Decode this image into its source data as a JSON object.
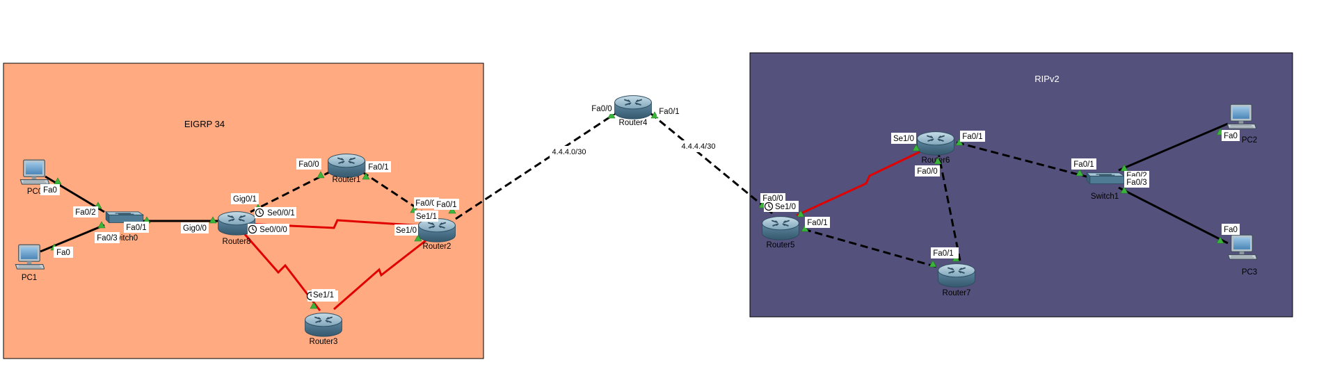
{
  "areas": {
    "eigrp": {
      "label": "EIGRP 34",
      "fill": "#ffaa80"
    },
    "rip": {
      "label": "RIPv2",
      "fill": "#54527c"
    }
  },
  "devices": {
    "pc0": "PC0",
    "pc1": "PC1",
    "pc2": "PC2",
    "pc3": "PC3",
    "switch0": "Switch0",
    "switch1": "Switch1",
    "router1": "Router1",
    "router2": "Router2",
    "router3": "Router3",
    "router4": "Router4",
    "router5": "Router5",
    "router6": "Router6",
    "router7": "Router7",
    "router8": "Router8"
  },
  "networks": {
    "left_wan": "4.4.4.0/30",
    "right_wan": "4.4.4.4/30"
  },
  "ports": {
    "pc0_fa0": "Fa0",
    "pc1_fa0": "Fa0",
    "sw0_fa02": "Fa0/2",
    "sw0_fa03": "Fa0/3",
    "sw0_fa01": "Fa0/1",
    "r8_gig00": "Gig0/0",
    "r8_gig01": "Gig0/1",
    "r8_se001": "Se0/0/1",
    "r8_se000": "Se0/0/0",
    "r1_fa00": "Fa0/0",
    "r1_fa01": "Fa0/1",
    "r2_fa00": "Fa0/0",
    "r2_fa01": "Fa0/1",
    "r2_se11": "Se1/1",
    "r2_se10": "Se1/0",
    "r3_se11": "Se1/1",
    "r4_fa00": "Fa0/0",
    "r4_fa01": "Fa0/1",
    "r5_fa00": "Fa0/0",
    "r5_se10": "Se1/0",
    "r5_fa01": "Fa0/1",
    "r6_se10": "Se1/0",
    "r6_fa01": "Fa0/1",
    "r6_fa00": "Fa0/0",
    "r7_fa01": "Fa0/1",
    "sw1_fa01": "Fa0/1",
    "sw1_fa02": "Fa0/2",
    "sw1_fa03": "Fa0/3",
    "pc2_fa0": "Fa0",
    "pc3_fa0": "Fa0"
  },
  "colors": {
    "ethernet": "#000000",
    "serial": "#e00000",
    "port_up": "#3cb43c"
  },
  "icons": {
    "router": "router-icon",
    "switch": "switch-icon",
    "pc": "pc-icon",
    "clock": "clock-icon",
    "link_up": "triangle-icon"
  }
}
